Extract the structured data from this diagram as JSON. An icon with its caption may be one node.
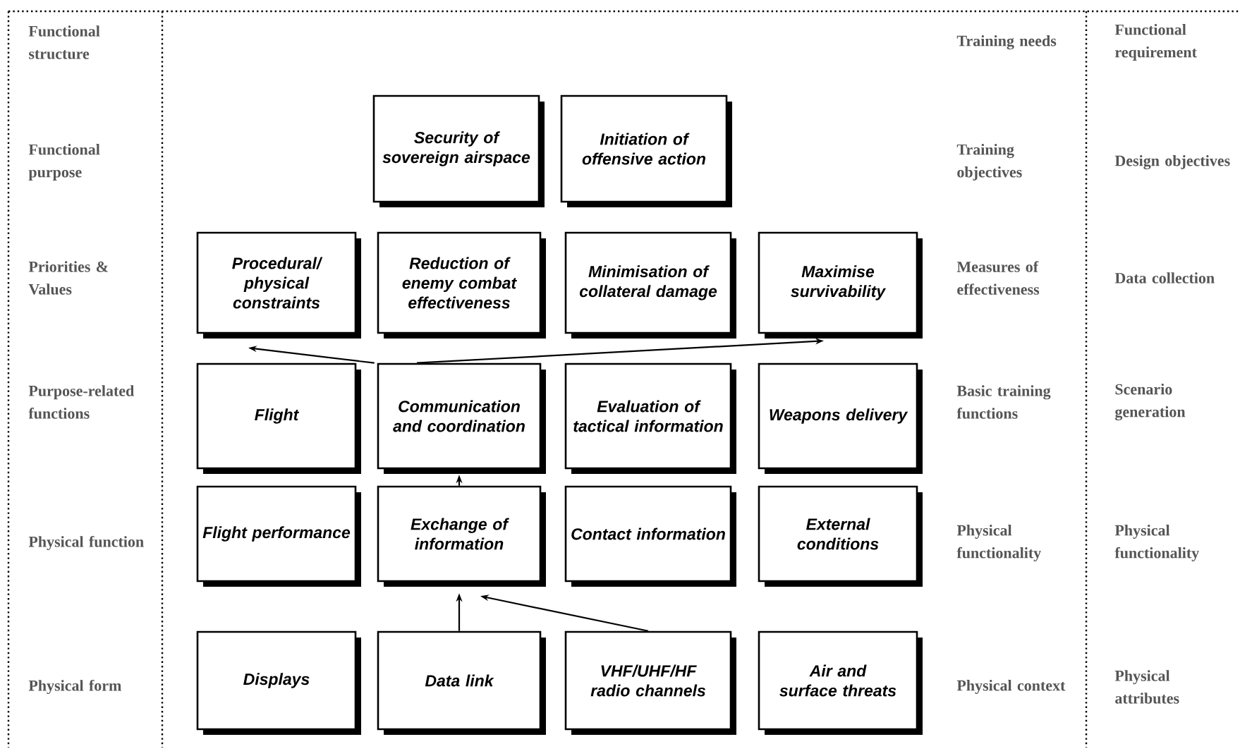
{
  "diagram": {
    "nodes": [
      {
        "text": [
          "Security of sovereign airspace"
        ]
      },
      {
        "text": [
          "Initiation of offensive action"
        ]
      },
      {
        "text": [
          "Procedural/ physical constraints"
        ]
      },
      {
        "text": [
          "Reduction of enemy combat effectiveness"
        ]
      },
      {
        "text": [
          "Minimisation of collateral damage"
        ]
      },
      {
        "text": [
          "Maximise survivability"
        ]
      },
      {
        "text": [
          "Flight"
        ]
      },
      {
        "text": [
          "Communication and coordination"
        ]
      },
      {
        "text": [
          "Evaluation of tactical information"
        ]
      },
      {
        "text": [
          "Weapons delivery"
        ]
      },
      {
        "text": [
          "Flight performance"
        ]
      },
      {
        "text": [
          "Exchange of information"
        ]
      },
      {
        "text": [
          "Contact information"
        ]
      },
      {
        "text": [
          "External conditions"
        ]
      },
      {
        "text": [
          "Displays"
        ]
      },
      {
        "text": [
          "Data link"
        ]
      },
      {
        "text": [
          "VHF/UHF/HF radio channels"
        ]
      },
      {
        "text": [
          "Air and surface threats"
        ]
      }
    ],
    "edges": [
      {
        "from": 7,
        "to": 2,
        "arrow": "to"
      },
      {
        "from": 7,
        "to": 5,
        "arrow": "to"
      },
      {
        "from": 11,
        "to": 7,
        "arrow": "to"
      },
      {
        "from": 15,
        "to": 11,
        "arrow": "to"
      },
      {
        "from": 16,
        "to": 11,
        "arrow": "to"
      }
    ],
    "labels": [
      "Functional structure",
      "Training needs",
      "Functional requirement",
      "Functional purpose",
      "Training objectives",
      "Design objectives",
      "Priorities & Values",
      "Measures of effectiveness",
      "Data collection",
      "Purpose-related functions",
      "Basic training functions",
      "Scenario generation",
      "Physical function",
      "Physical functionality",
      "Physical functionality",
      "Physical form",
      "Physical context",
      "Physical attributes"
    ]
  }
}
